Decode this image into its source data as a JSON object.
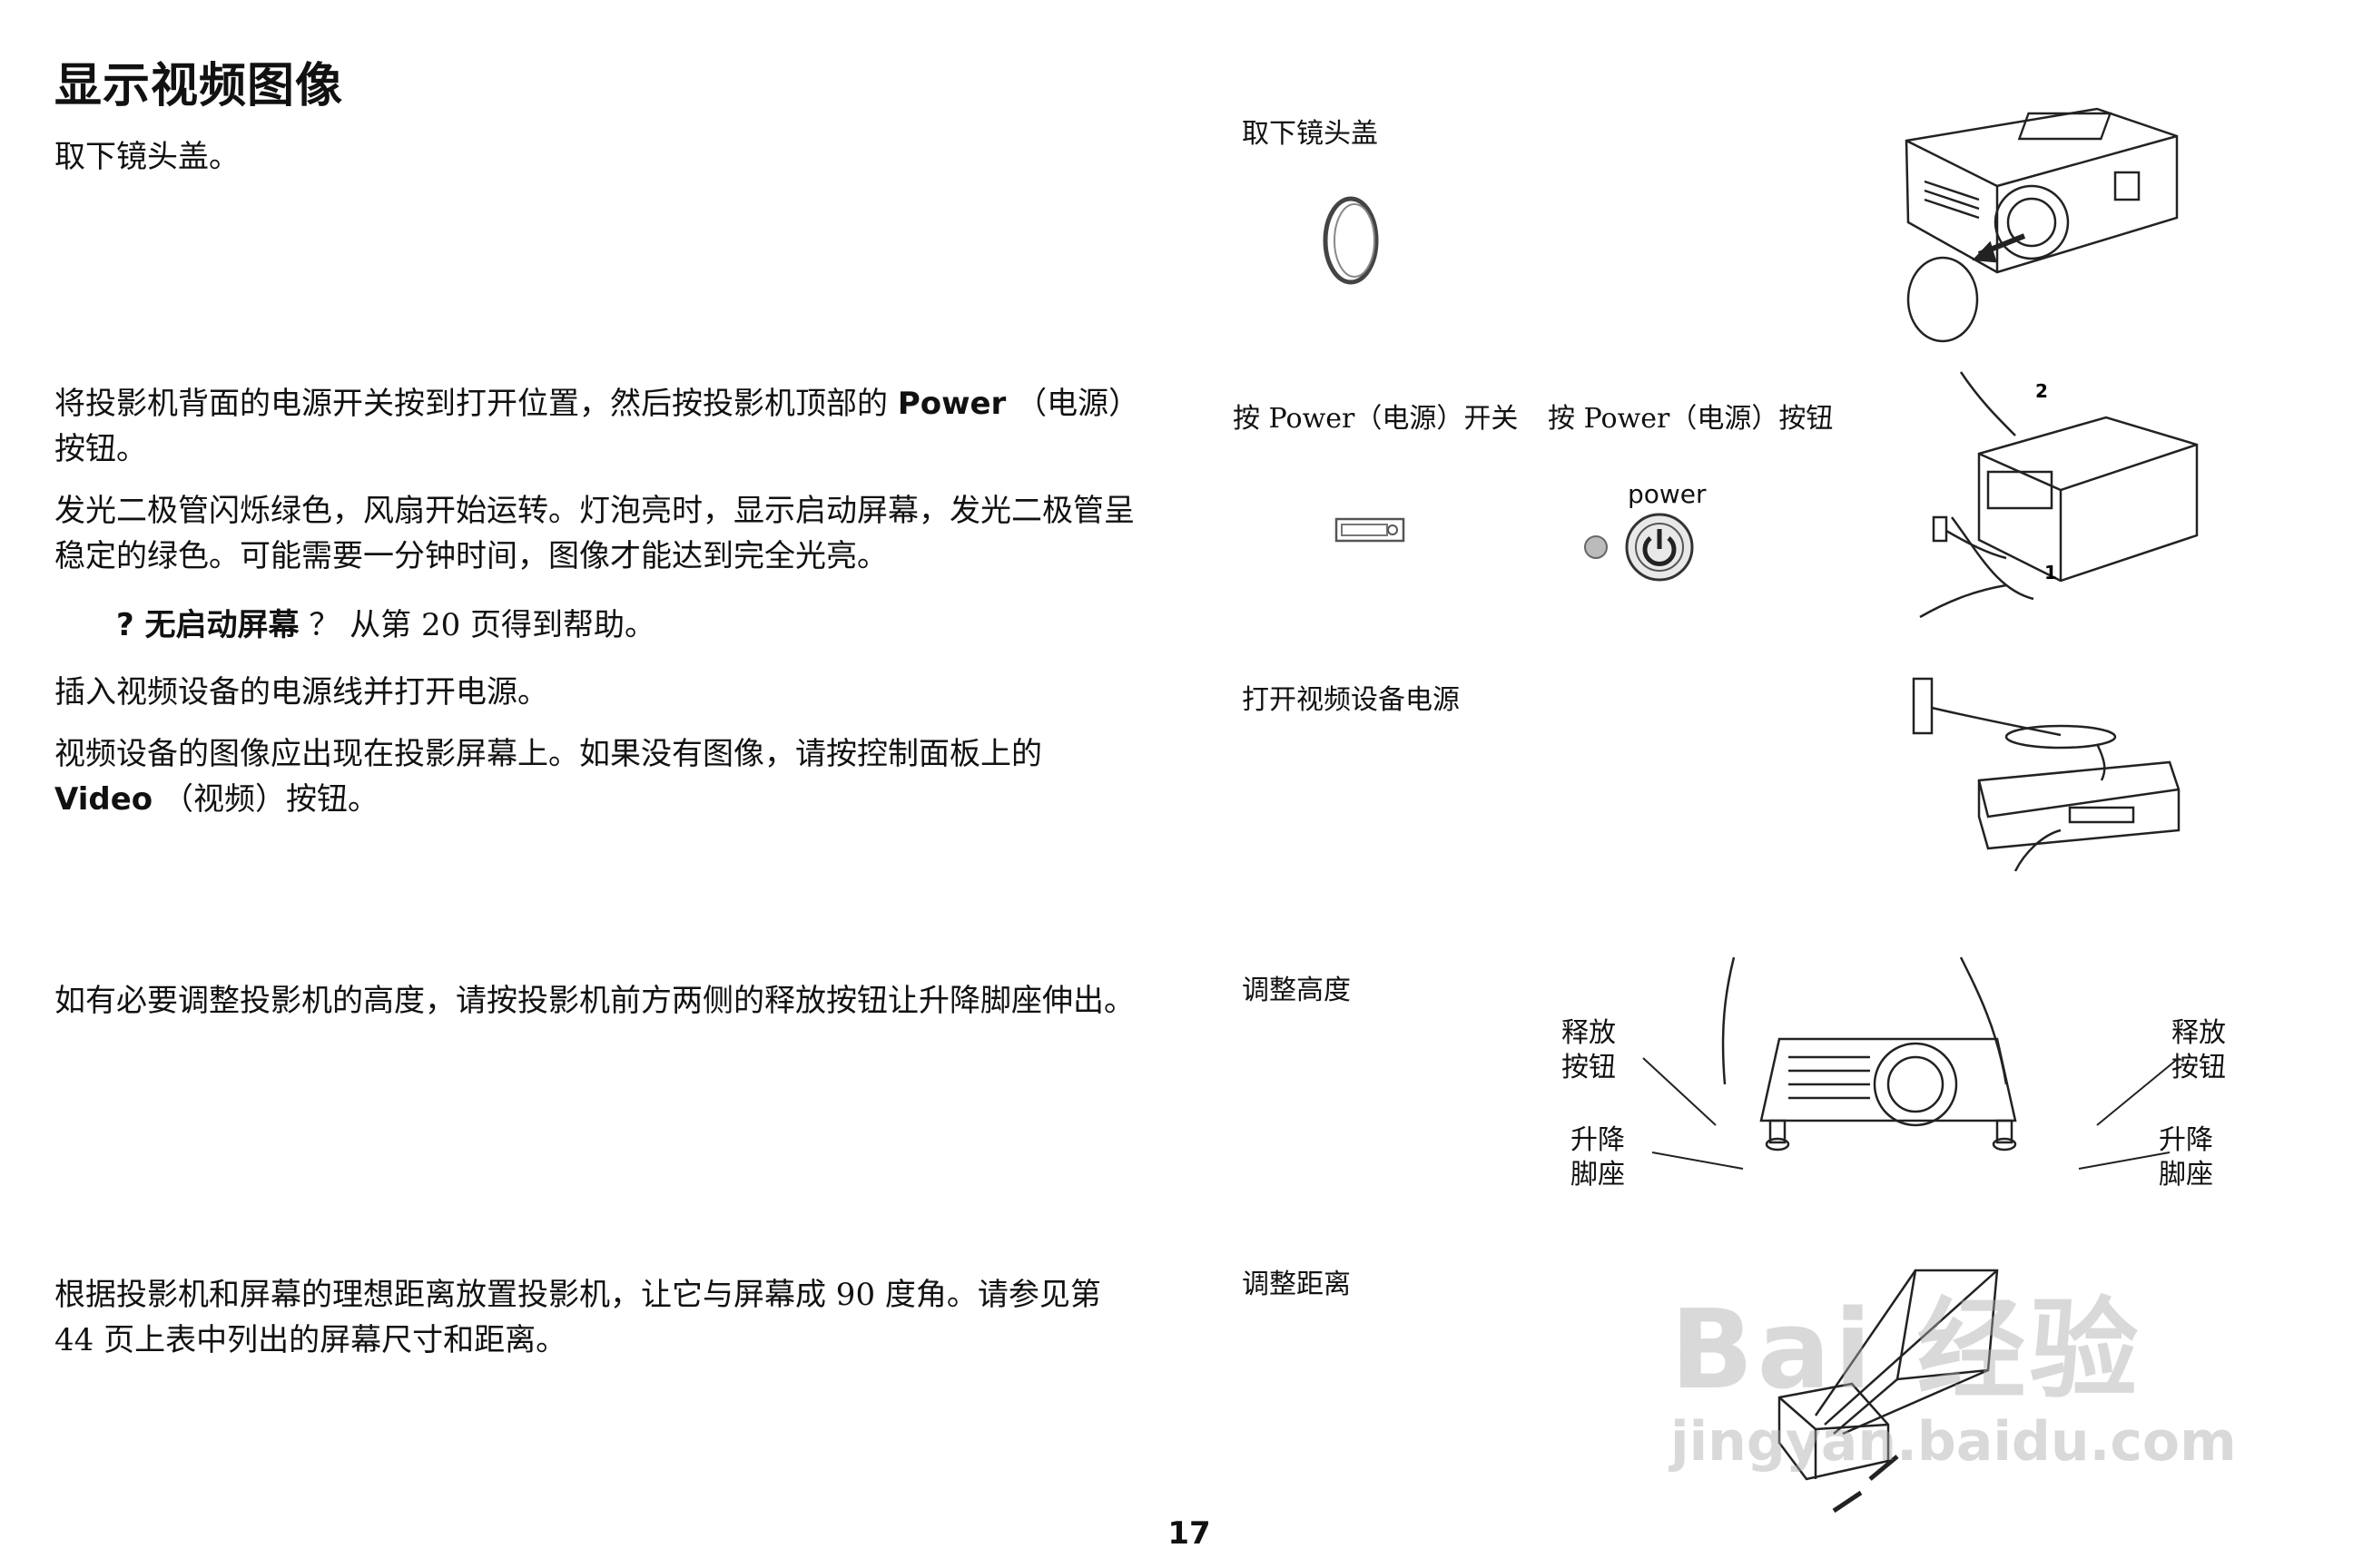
{
  "page": {
    "title": "显示视频图像",
    "page_number": "17"
  },
  "left": {
    "p1": "取下镜头盖。",
    "p2a": "将投影机背面的电源开关按到打开位置，然后按投影机顶部的",
    "p2b": "Power",
    "p2c": "（电源）按钮。",
    "p3": "发光二极管闪烁绿色，风扇开始运转。灯泡亮时，显示启动屏幕，发光二极管呈稳定的绿色。可能需要一分钟时间，图像才能达到完全光亮。",
    "p4a": "? 无启动屏幕",
    "p4b": "？ 从第 20 页得到帮助。",
    "p5": "插入视频设备的电源线并打开电源。",
    "p6a": "视频设备的图像应出现在投影屏幕上。如果没有图像，请按控制面板上的",
    "p6b": "Video",
    "p6c": "（视频）按钮。",
    "p7": "如有必要调整投影机的高度，请按投影机前方两侧的释放按钮让升降脚座伸出。",
    "p8": "根据投影机和屏幕的理想距离放置投影机，让它与屏幕成 90 度角。请参见第 44 页上表中列出的屏幕尺寸和距离。"
  },
  "right": {
    "cap1": "取下镜头盖",
    "cap2a": "按 Power（电源）开关",
    "cap2b": "按 Power（电源）按钮",
    "power_label": "power",
    "step_2": "2",
    "step_1": "1",
    "cap3": "打开视频设备电源",
    "cap4": "调整高度",
    "release_left": "释放\n按钮",
    "release_right": "释放\n按钮",
    "foot_left": "升降\n脚座",
    "foot_right": "升降\n脚座",
    "cap5": "调整距离"
  },
  "watermark": {
    "line1": "Bai 经验",
    "line2": "jingyan.baidu.com"
  },
  "icons": [
    "lens-cap-icon",
    "power-switch-icon",
    "power-button-icon",
    "projector-illustration",
    "vcr-illustration"
  ]
}
